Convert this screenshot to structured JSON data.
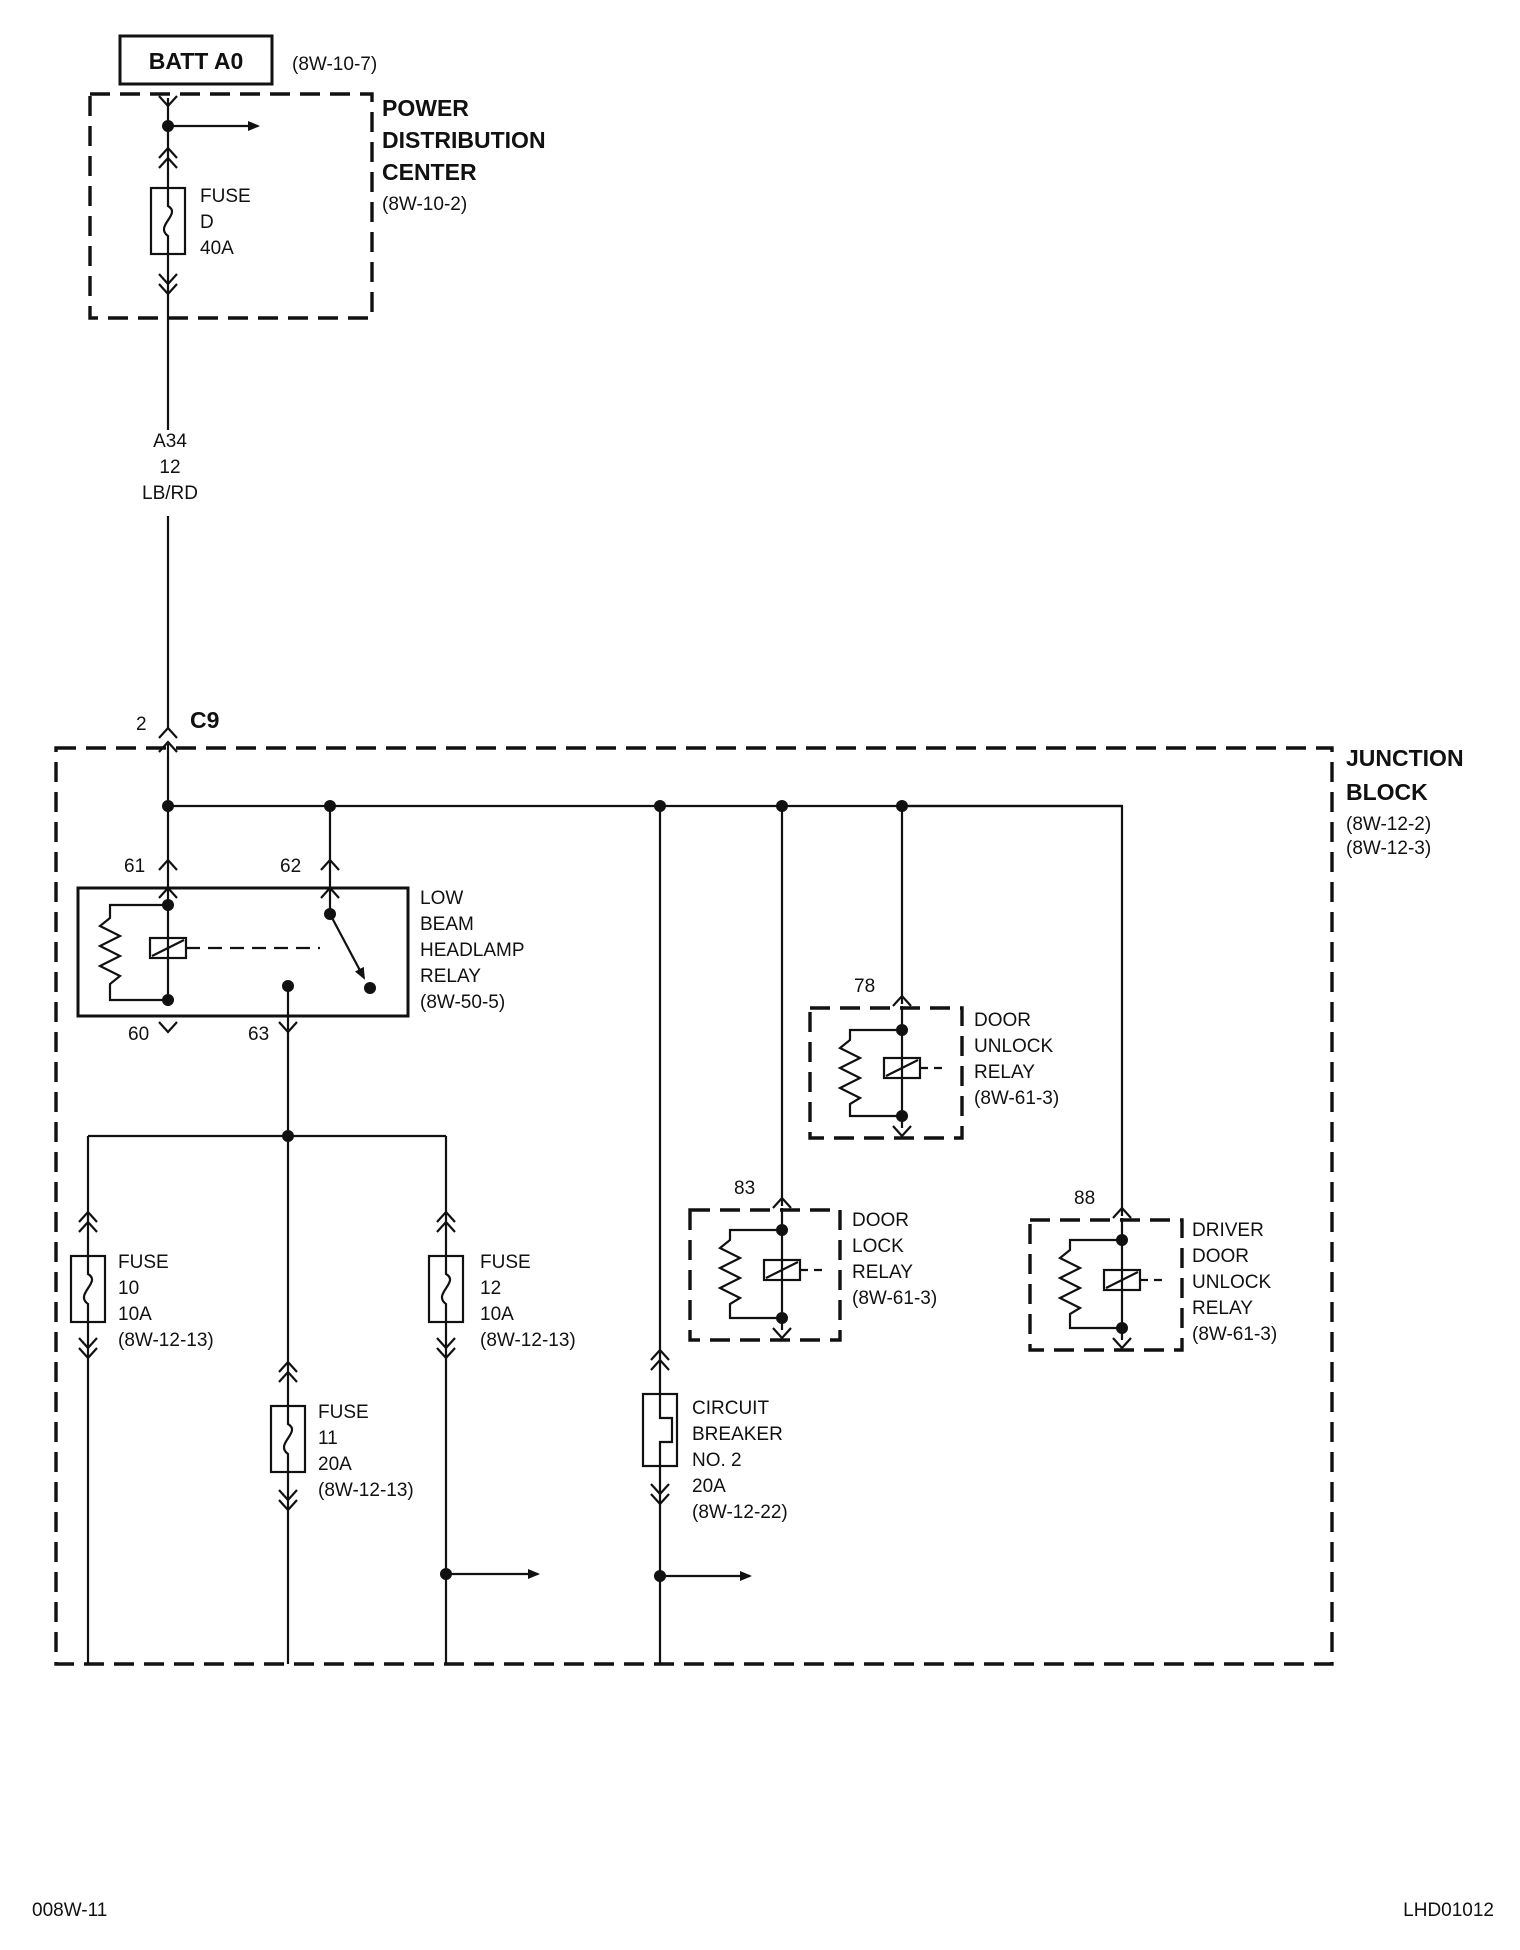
{
  "batt": {
    "label": "BATT A0",
    "ref": "(8W-10-7)"
  },
  "pdc": {
    "title_lines": [
      "POWER",
      "DISTRIBUTION",
      "CENTER"
    ],
    "ref": "(8W-10-2)",
    "fuse_lines": [
      "FUSE",
      "D",
      "40A"
    ]
  },
  "wire_a34": {
    "lines": [
      "A34",
      "12",
      "LB/RD"
    ]
  },
  "connector_c9": {
    "pin": "2",
    "name": "C9"
  },
  "junction_block": {
    "title_lines": [
      "JUNCTION",
      "BLOCK"
    ],
    "refs": [
      "(8W-12-2)",
      "(8W-12-3)"
    ]
  },
  "low_beam_relay": {
    "pins": {
      "p61": "61",
      "p62": "62",
      "p60": "60",
      "p63": "63"
    },
    "label_lines": [
      "LOW",
      "BEAM",
      "HEADLAMP",
      "RELAY",
      "(8W-50-5)"
    ]
  },
  "fuse10": {
    "lines": [
      "FUSE",
      "10",
      "10A",
      "(8W-12-13)"
    ]
  },
  "fuse11": {
    "lines": [
      "FUSE",
      "11",
      "20A",
      "(8W-12-13)"
    ]
  },
  "fuse12": {
    "lines": [
      "FUSE",
      "12",
      "10A",
      "(8W-12-13)"
    ]
  },
  "circuit_breaker": {
    "lines": [
      "CIRCUIT",
      "BREAKER",
      "NO. 2",
      "20A",
      "(8W-12-22)"
    ]
  },
  "door_unlock_relay": {
    "pin": "78",
    "lines": [
      "DOOR",
      "UNLOCK",
      "RELAY",
      "(8W-61-3)"
    ]
  },
  "door_lock_relay": {
    "pin": "83",
    "lines": [
      "DOOR",
      "LOCK",
      "RELAY",
      "(8W-61-3)"
    ]
  },
  "driver_door_unlock_relay": {
    "pin": "88",
    "lines": [
      "DRIVER",
      "DOOR",
      "UNLOCK",
      "RELAY",
      "(8W-61-3)"
    ]
  },
  "footer": {
    "left": "008W-11",
    "right": "LHD01012"
  }
}
